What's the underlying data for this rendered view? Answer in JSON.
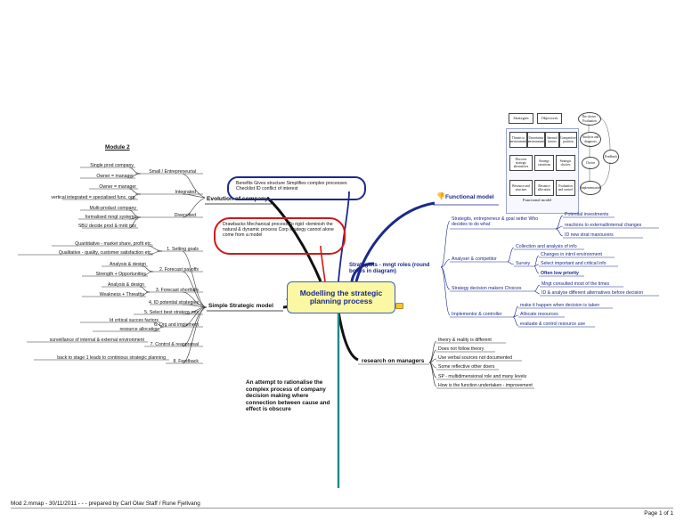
{
  "central": "Modelling the strategic planning process",
  "module_title": "Module 2",
  "evolution": {
    "label": "Evolution of company",
    "groups": [
      {
        "label": "Small / Entrepreneurial",
        "items": [
          "Single prod company",
          "Owner = manager"
        ]
      },
      {
        "label": "Integrated",
        "items": [
          "Owner = manager",
          "vertical integrated = specialised func. org."
        ]
      },
      {
        "label": "Diversified",
        "items": [
          "Multi-product company",
          "formalised mngt systems",
          "SBU decide prod & mrkt mix"
        ]
      }
    ]
  },
  "simple_model": {
    "label": "Simple Strategic model",
    "steps": [
      {
        "label": "1. Setting goals",
        "items": [
          "Quantitative - market share, profit etc.",
          "Qualitative - quality, customer satisfaction etc."
        ]
      },
      {
        "label": "2. Forecast payoffs",
        "items": [
          "Analysis & design",
          "Strength + Opportunities"
        ]
      },
      {
        "label": "3. Forecast shortfalls",
        "items": [
          "Analysis & design",
          "Weakness + Threaths"
        ]
      },
      {
        "label": "4. ID potential strategies",
        "items": []
      },
      {
        "label": "5. Select best strategy mix",
        "items": []
      },
      {
        "label": "6. Org and implement",
        "items": [
          "Id critical succes factors",
          "resource allocation"
        ]
      },
      {
        "label": "7. Control & reappraisal",
        "items": [
          "surveillance of internal & external environment"
        ]
      },
      {
        "label": "8. Feedback",
        "items": [
          "back to stage 1 leads to continious strategic planning"
        ]
      }
    ]
  },
  "benefits": "Benefits Gives structure Simplifies complex processes Checklist ID conflict of interest",
  "drawbacks": "Drawbacks Mechanical process To rigid -deminish the natural & dynamic process Corp strategy cannot alone come from a model",
  "rationalise": "An attempt to rationalise the complex process of company decision making where connection between cause and effect is obscure",
  "functional_model": {
    "label": "Functional model",
    "figure_caption": "Functional model",
    "figure": {
      "header": [
        "Strategies",
        "Objectives"
      ],
      "oval_top": "The choice / Evaluation",
      "row1": [
        "Threats to environment",
        "Uncertainty environment",
        "Internal factors",
        "Competitive position"
      ],
      "oval1": "Analysis and diagnosis",
      "row2": [
        "Discover strategic alternatives",
        "Strategy variations",
        "Strategic choices"
      ],
      "oval2": "Choice",
      "row3": [
        "Resource and structure",
        "Resource allocation",
        "Evaluation and control"
      ],
      "oval3": "Implementation",
      "feedback": "Feedback"
    }
  },
  "roles": {
    "label": "Strategists - mngt roles (round boxes in diagram)",
    "groups": [
      {
        "label": "Strategits, entrepreneur & goal setter Who decides to do what",
        "items": [
          "Potential investments",
          "reactions to external/internal changes",
          "ID new strat manouvers"
        ]
      },
      {
        "label": "Analyser & competitor",
        "items": [
          "Collection and analysis of info"
        ],
        "sub": {
          "label": "Survey",
          "items": [
            "Changes in intrnl environment",
            "Select important and critical info",
            "Often low priority"
          ]
        }
      },
      {
        "label": "Strategy decision makers Choices",
        "items": [
          "Mngt consulted most of the times",
          "ID & analyse different alternatives before decision"
        ]
      },
      {
        "label": "Implementor & controller",
        "items": [
          "make it happen when decision is taken",
          "Allocate resources",
          "evaluate & control resource use"
        ]
      }
    ]
  },
  "research": {
    "label": "research on managers",
    "items": [
      "theory & reality is different",
      "Does not follow theory",
      "Use verbal sources not documented",
      "Some reflective other doers",
      "SP - multidimensional role and many levels",
      "How is the function undertaken - improvement"
    ]
  },
  "footer": {
    "left": "Mod 2.mmap - 30/11/2011 - - - prepared by Carl Olav Staff / Rune Fjellvang",
    "right": "Page 1 of 1"
  },
  "colors": {
    "central_fill": "#fbf7a2",
    "central_border": "#3b63c0",
    "blue_branch": "#1a2a8c",
    "red_bubble": "#d01818",
    "teal_branch": "#1f8a86"
  },
  "icons": [
    "thumb-down-icon",
    "note-icon"
  ]
}
